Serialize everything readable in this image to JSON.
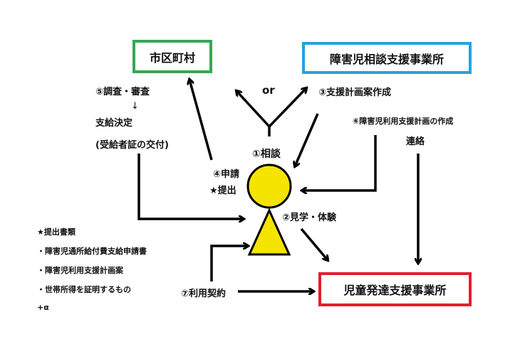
{
  "boxes": {
    "municipality": {
      "label": "市区町村",
      "color": "#35a853"
    },
    "consultation_office": {
      "label": "障害児相談支援事業所",
      "color": "#27a2dc"
    },
    "development_office": {
      "label": "児童発達支援事業所",
      "color": "#e0202f"
    }
  },
  "labels": {
    "or": "or",
    "step1": "①相談",
    "step2": "②見学・体験",
    "step3": "③支援計画案作成",
    "step4": "④申請",
    "submit": "★提出",
    "step5": "⑤調査・審査",
    "down_arrow": "↓",
    "decision": "支給決定",
    "certificate": "(受給者証の交付)",
    "step6": "⑥障害児利用支援計画の作成",
    "contact": "連絡",
    "step7": "⑦利用契約"
  },
  "documents": {
    "title": "★提出書類",
    "items": [
      "・障害児通所給付費支給申請書",
      "・障害児利用支援計画案",
      "・世帯所得を証明するもの"
    ],
    "extra": "+α"
  },
  "person_color": "#f5e400"
}
